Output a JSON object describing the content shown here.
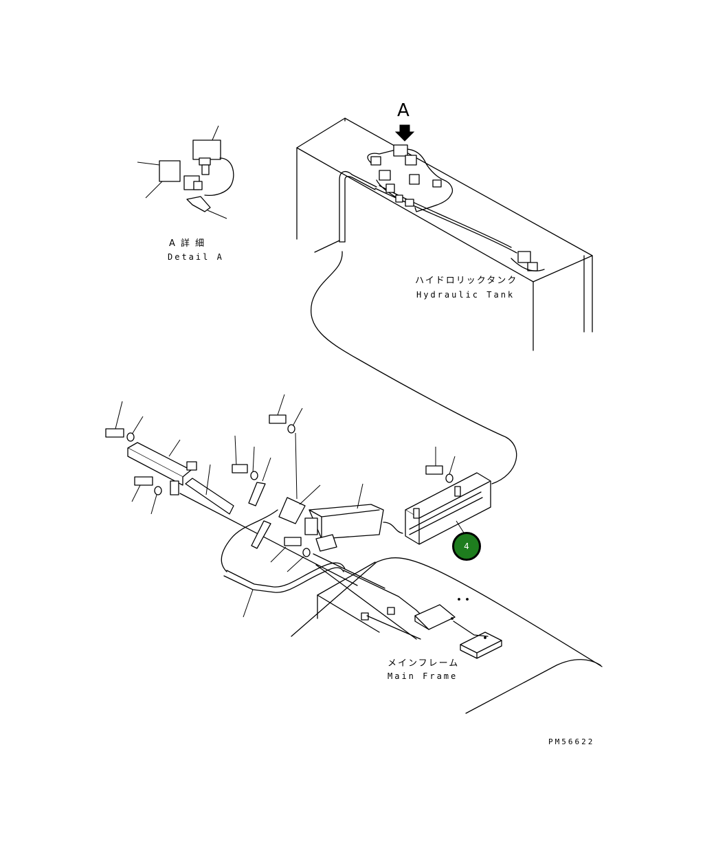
{
  "view_marker": "A",
  "detail": {
    "jp": "A 詳 細",
    "en": "Detail A"
  },
  "hydraulic_tank": {
    "jp": "ハイドロリックタンク",
    "en": "Hydraulic Tank"
  },
  "main_frame": {
    "jp": "メインフレーム",
    "en": "Main Frame"
  },
  "callout": {
    "number": "4",
    "color": "#1e7d1e"
  },
  "drawing_number": "PM56622"
}
